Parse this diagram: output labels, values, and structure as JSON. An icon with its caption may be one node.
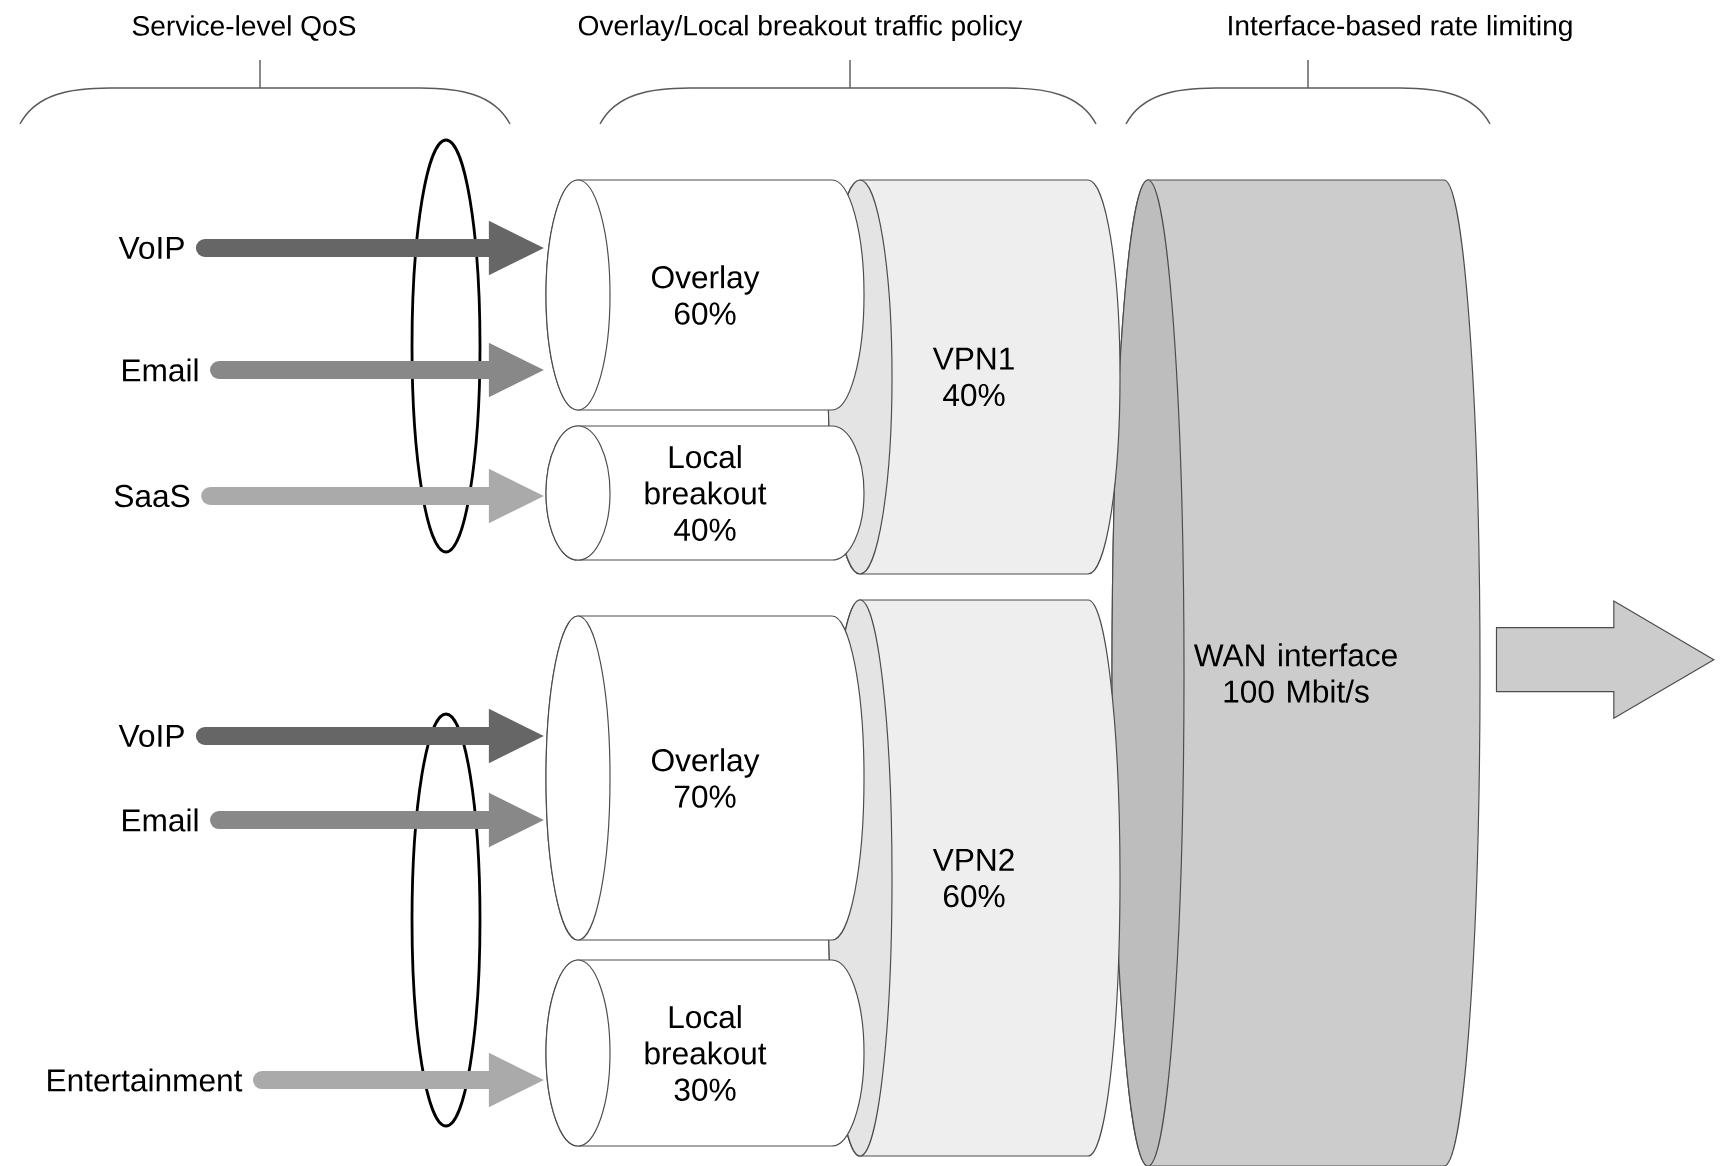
{
  "diagram": {
    "nodes": [
      {
        "text": [
          "WAN interface 100 Mbit/s"
        ]
      },
      {
        "text": [
          "VPN1 40%"
        ]
      },
      {
        "text": [
          "VPN2 60%"
        ]
      },
      {
        "text": [
          "Overlay 60%"
        ]
      },
      {
        "text": [
          "Local breakout 40%"
        ]
      },
      {
        "text": [
          "Overlay 70%"
        ]
      },
      {
        "text": [
          "Local breakout 30%"
        ]
      },
      {
        "text": [
          "VoIP"
        ]
      },
      {
        "text": [
          "Email"
        ]
      },
      {
        "text": [
          "SaaS"
        ]
      },
      {
        "text": [
          "VoIP"
        ]
      },
      {
        "text": [
          "Email"
        ]
      },
      {
        "text": [
          "Entertainment"
        ]
      }
    ],
    "edges": [
      {
        "from": 7,
        "to": 3,
        "arrow": "to",
        "color": "#666666"
      },
      {
        "from": 8,
        "to": 3,
        "arrow": "to",
        "color": "#888888"
      },
      {
        "from": 9,
        "to": 4,
        "arrow": "to",
        "color": "#aaaaaa"
      },
      {
        "from": 10,
        "to": 5,
        "arrow": "to",
        "color": "#666666"
      },
      {
        "from": 11,
        "to": 5,
        "arrow": "to",
        "color": "#888888"
      },
      {
        "from": 12,
        "to": 6,
        "arrow": "to",
        "color": "#aaaaaa"
      },
      {
        "from": 0,
        "to": null,
        "arrow": "to",
        "color": "#cccccc"
      }
    ],
    "labels": [
      "Service-level QoS",
      "Overlay/Local breakout traffic policy",
      "Interface-based rate limiting"
    ]
  }
}
